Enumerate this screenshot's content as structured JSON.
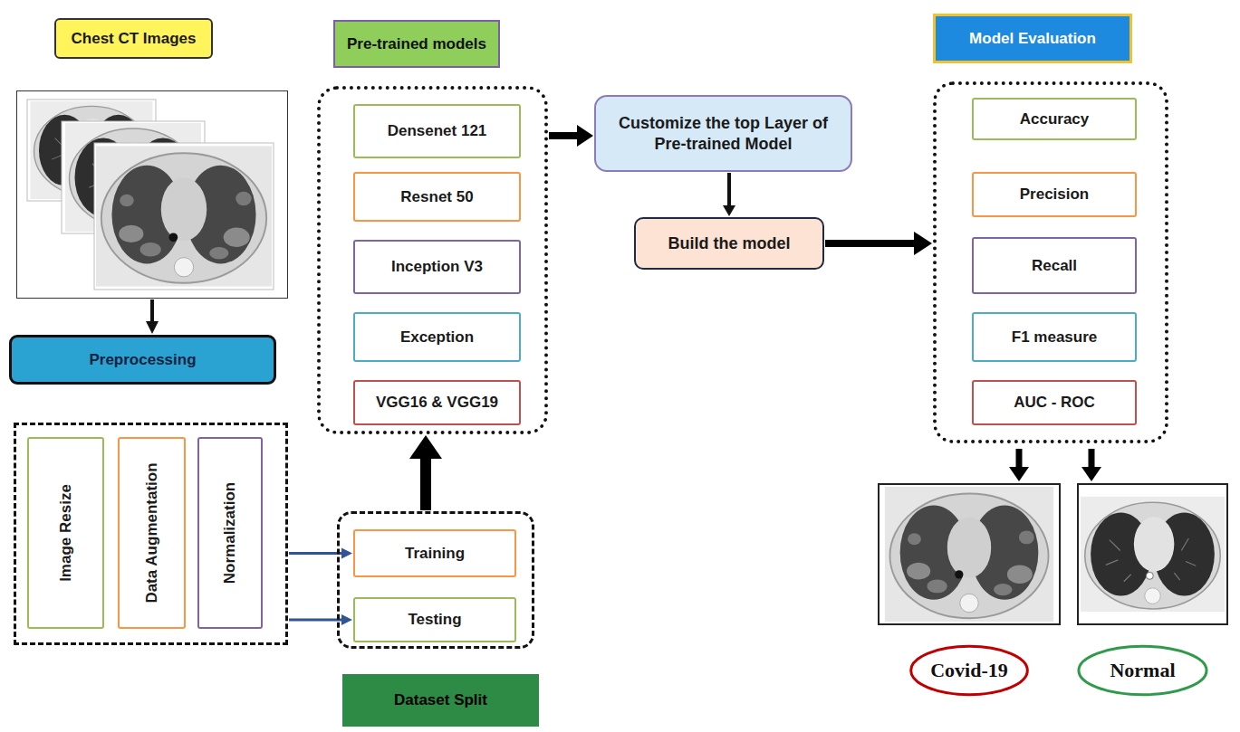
{
  "diagram": {
    "nodes": [
      {
        "text": [
          "Chest CT Images"
        ]
      },
      {
        "text": [
          "Preprocessing"
        ]
      },
      {
        "text": [
          "Image Resize"
        ],
        "in": 1
      },
      {
        "text": [
          "Data Augmentation"
        ],
        "in": 1
      },
      {
        "text": [
          "Normalization"
        ],
        "in": 1
      },
      {
        "text": [
          "Dataset Split"
        ]
      },
      {
        "text": [
          "Training"
        ],
        "in": 5
      },
      {
        "text": [
          "Testing"
        ],
        "in": 5
      },
      {
        "text": [
          "Pre-trained models"
        ]
      },
      {
        "text": [
          "Densenet 121"
        ],
        "in": 8
      },
      {
        "text": [
          "Resnet 50"
        ],
        "in": 8
      },
      {
        "text": [
          "Inception V3"
        ],
        "in": 8
      },
      {
        "text": [
          "Exception"
        ],
        "in": 8
      },
      {
        "text": [
          "VGG16 & VGG19"
        ],
        "in": 8
      },
      {
        "text": [
          "Customize the top Layer of Pre-trained Model"
        ]
      },
      {
        "text": [
          "Build the model"
        ]
      },
      {
        "text": [
          "Model Evaluation"
        ]
      },
      {
        "text": [
          "Accuracy"
        ],
        "in": 16
      },
      {
        "text": [
          "Precision"
        ],
        "in": 16
      },
      {
        "text": [
          "Recall"
        ],
        "in": 16
      },
      {
        "text": [
          "F1 measure"
        ],
        "in": 16
      },
      {
        "text": [
          "AUC - ROC"
        ],
        "in": 16
      },
      {
        "text": [
          "Covid-19"
        ]
      },
      {
        "text": [
          "Normal"
        ]
      }
    ],
    "edges": [
      {
        "from": 0,
        "to": 1,
        "arrow": "to"
      },
      {
        "from": 1,
        "to": 6,
        "arrow": "to"
      },
      {
        "from": 1,
        "to": 7,
        "arrow": "to"
      },
      {
        "from": 5,
        "to": 8,
        "arrow": "to"
      },
      {
        "from": 8,
        "to": 14,
        "arrow": "to"
      },
      {
        "from": 14,
        "to": 15,
        "arrow": "to"
      },
      {
        "from": 15,
        "to": 16,
        "arrow": "to"
      }
    ]
  }
}
